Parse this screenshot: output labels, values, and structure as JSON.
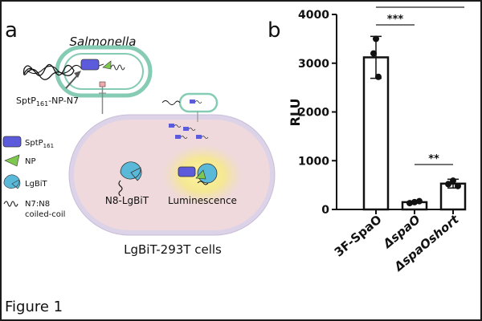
{
  "panel_a": {
    "letter": "a",
    "bacterium_label": "Salmonella",
    "construct_label_pre": "SptP",
    "construct_label_sub": "161",
    "construct_label_post": "-NP-N7",
    "cell_label": "LgBiT-293T cells",
    "sensor_label": "N8-LgBiT",
    "signal_label": "Luminescence",
    "legend": [
      {
        "icon": "sptp-rect-icon",
        "label_main": "SptP",
        "label_sub": "161",
        "color": "#5b5bdb"
      },
      {
        "icon": "np-triangle-icon",
        "label_main": "NP",
        "label_sub": "",
        "color": "#7ec850"
      },
      {
        "icon": "lgbit-pacman-icon",
        "label_main": "LgBiT",
        "label_sub": "",
        "color": "#5ab8d8"
      },
      {
        "icon": "coil-icon",
        "label_main": "N7:N8",
        "label_sub": "",
        "label_line2": "coiled-coil",
        "color": "#333333"
      }
    ]
  },
  "panel_b": {
    "letter": "b",
    "significance": [
      {
        "label": "***"
      },
      {
        "label": "**"
      }
    ]
  },
  "chart_data": {
    "type": "bar",
    "categories": [
      "3F-SpaO",
      "ΔspaO",
      "ΔspaOshort"
    ],
    "values": [
      3120,
      150,
      530
    ],
    "errors": [
      430,
      20,
      90
    ],
    "points": [
      [
        3500,
        3200,
        2720
      ],
      [
        150,
        130,
        170
      ],
      [
        590,
        520,
        480
      ]
    ],
    "ylabel": "RLU",
    "xlabel": "",
    "title": "",
    "ylim": [
      0,
      4000
    ],
    "yticks": [
      0,
      1000,
      2000,
      3000,
      4000
    ],
    "bar_fill": "#ffffff",
    "bar_stroke": "#111111"
  },
  "caption": "Figure 1"
}
